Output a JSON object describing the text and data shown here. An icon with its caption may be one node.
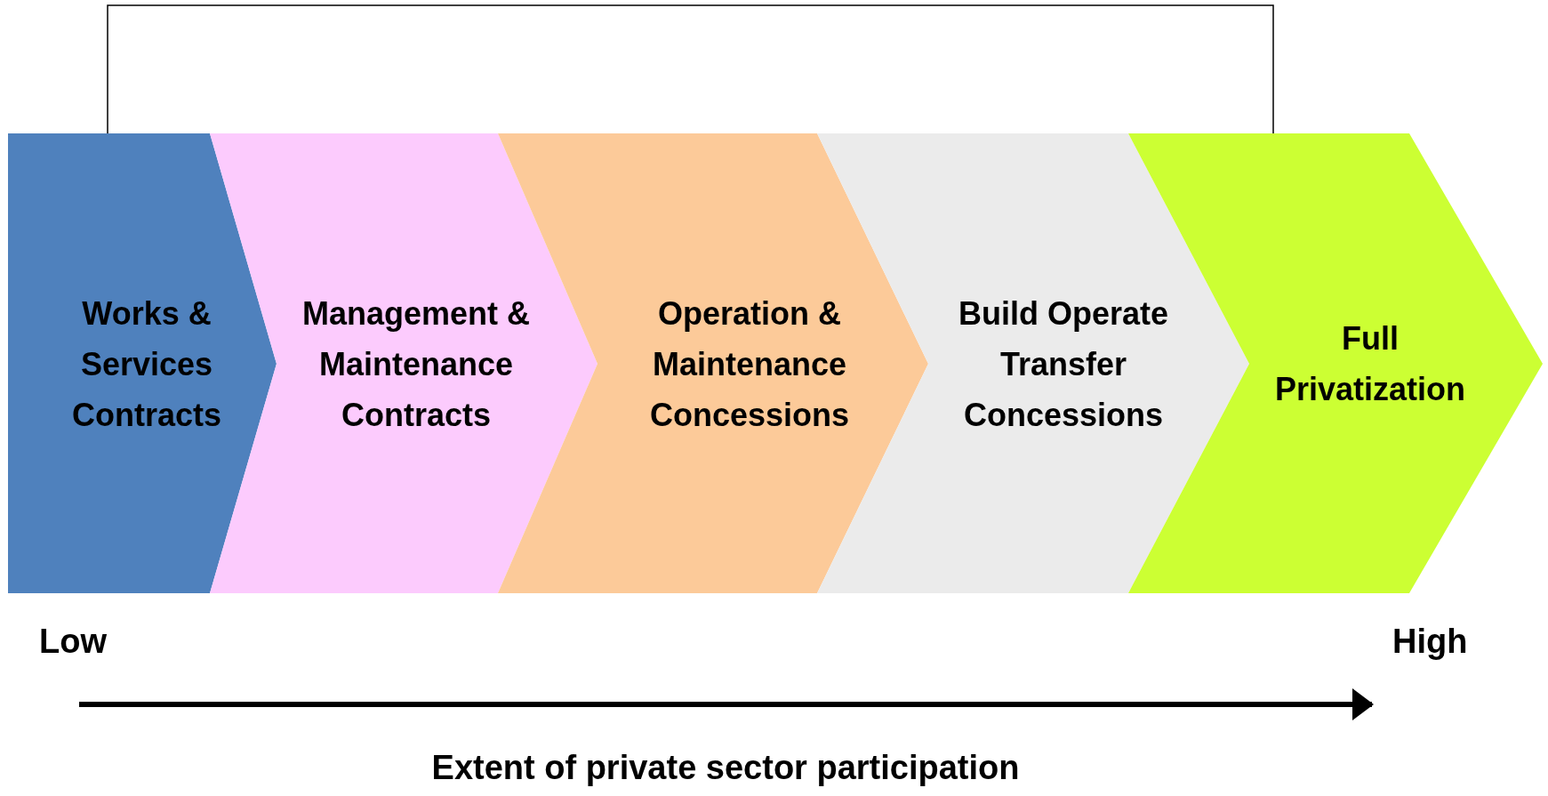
{
  "diagram": {
    "nodes": [
      {
        "text": [
          "Works & Services Contracts"
        ]
      },
      {
        "text": [
          "Management & Maintenance Contracts"
        ]
      },
      {
        "text": [
          "Operation & Maintenance Concessions"
        ]
      },
      {
        "text": [
          "Build Operate Transfer Concessions"
        ]
      },
      {
        "text": [
          "Full Privatization"
        ]
      }
    ],
    "edges": [
      {
        "from": 0,
        "to": 4,
        "arrow": "none"
      }
    ],
    "labels": [
      "Low",
      "High",
      "Extent of private sector participation"
    ]
  }
}
